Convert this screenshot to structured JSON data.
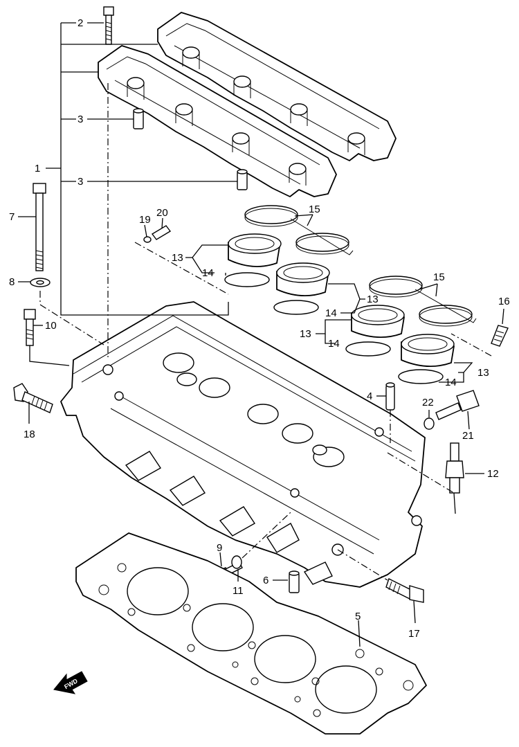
{
  "callouts": [
    {
      "id": "c1",
      "text": "1"
    },
    {
      "id": "c2",
      "text": "2"
    },
    {
      "id": "c3a",
      "text": "3"
    },
    {
      "id": "c3b",
      "text": "3"
    },
    {
      "id": "c4",
      "text": "4"
    },
    {
      "id": "c5",
      "text": "5"
    },
    {
      "id": "c6",
      "text": "6"
    },
    {
      "id": "c7",
      "text": "7"
    },
    {
      "id": "c8",
      "text": "8"
    },
    {
      "id": "c9",
      "text": "9"
    },
    {
      "id": "c10",
      "text": "10"
    },
    {
      "id": "c11",
      "text": "11"
    },
    {
      "id": "c12",
      "text": "12"
    },
    {
      "id": "c13a",
      "text": "13"
    },
    {
      "id": "c13b",
      "text": "13"
    },
    {
      "id": "c13c",
      "text": "13"
    },
    {
      "id": "c13d",
      "text": "13"
    },
    {
      "id": "c14a",
      "text": "14"
    },
    {
      "id": "c14b",
      "text": "14"
    },
    {
      "id": "c14c",
      "text": "14"
    },
    {
      "id": "c14d",
      "text": "14"
    },
    {
      "id": "c15a",
      "text": "15"
    },
    {
      "id": "c15b",
      "text": "15"
    },
    {
      "id": "c16",
      "text": "16"
    },
    {
      "id": "c17",
      "text": "17"
    },
    {
      "id": "c18",
      "text": "18"
    },
    {
      "id": "c19",
      "text": "19"
    },
    {
      "id": "c20",
      "text": "20"
    },
    {
      "id": "c21",
      "text": "21"
    },
    {
      "id": "c22",
      "text": "22"
    }
  ],
  "direction_marker": {
    "text": "FWD",
    "icon": "fwd-arrow-icon"
  }
}
